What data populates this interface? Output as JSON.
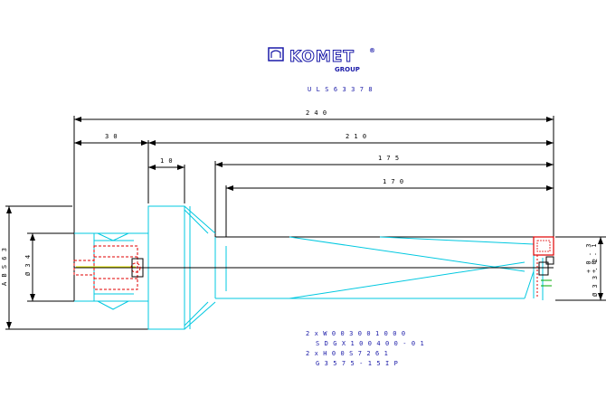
{
  "logo": {
    "brand": "KOMET",
    "registered": "®",
    "group": "GROUP"
  },
  "part_number": "U L S 6 3 3 7 8",
  "dimensions": {
    "overall_length": "2 4 0",
    "shank_length": "3 0",
    "length_210": "2 1 0",
    "flange_length": "1 0",
    "length_175": "1 7 5",
    "length_170": "1 7 0",
    "shank_label": "A B S  6 3",
    "shank_diameter": "Ø 3 4",
    "cutting_diameter": "Ø 3 3 . 2",
    "cutting_tolerance": "+ 0 . 3\n+ 0 . 1"
  },
  "parts_list": [
    "2 x  W 0 0  3 0 0 1 0  0 0",
    "S D G X  1 0 0 4 0 0 - 0 1",
    "2 x  H 0 0  S 7 2 6 1",
    "G 3 5 7 5 - 1 5 I P"
  ],
  "colors": {
    "outline": "#000000",
    "body": "#00c8e0",
    "hidden": "#e00000",
    "axis": "#e8e800",
    "text_blue": "#1a1aa8"
  }
}
